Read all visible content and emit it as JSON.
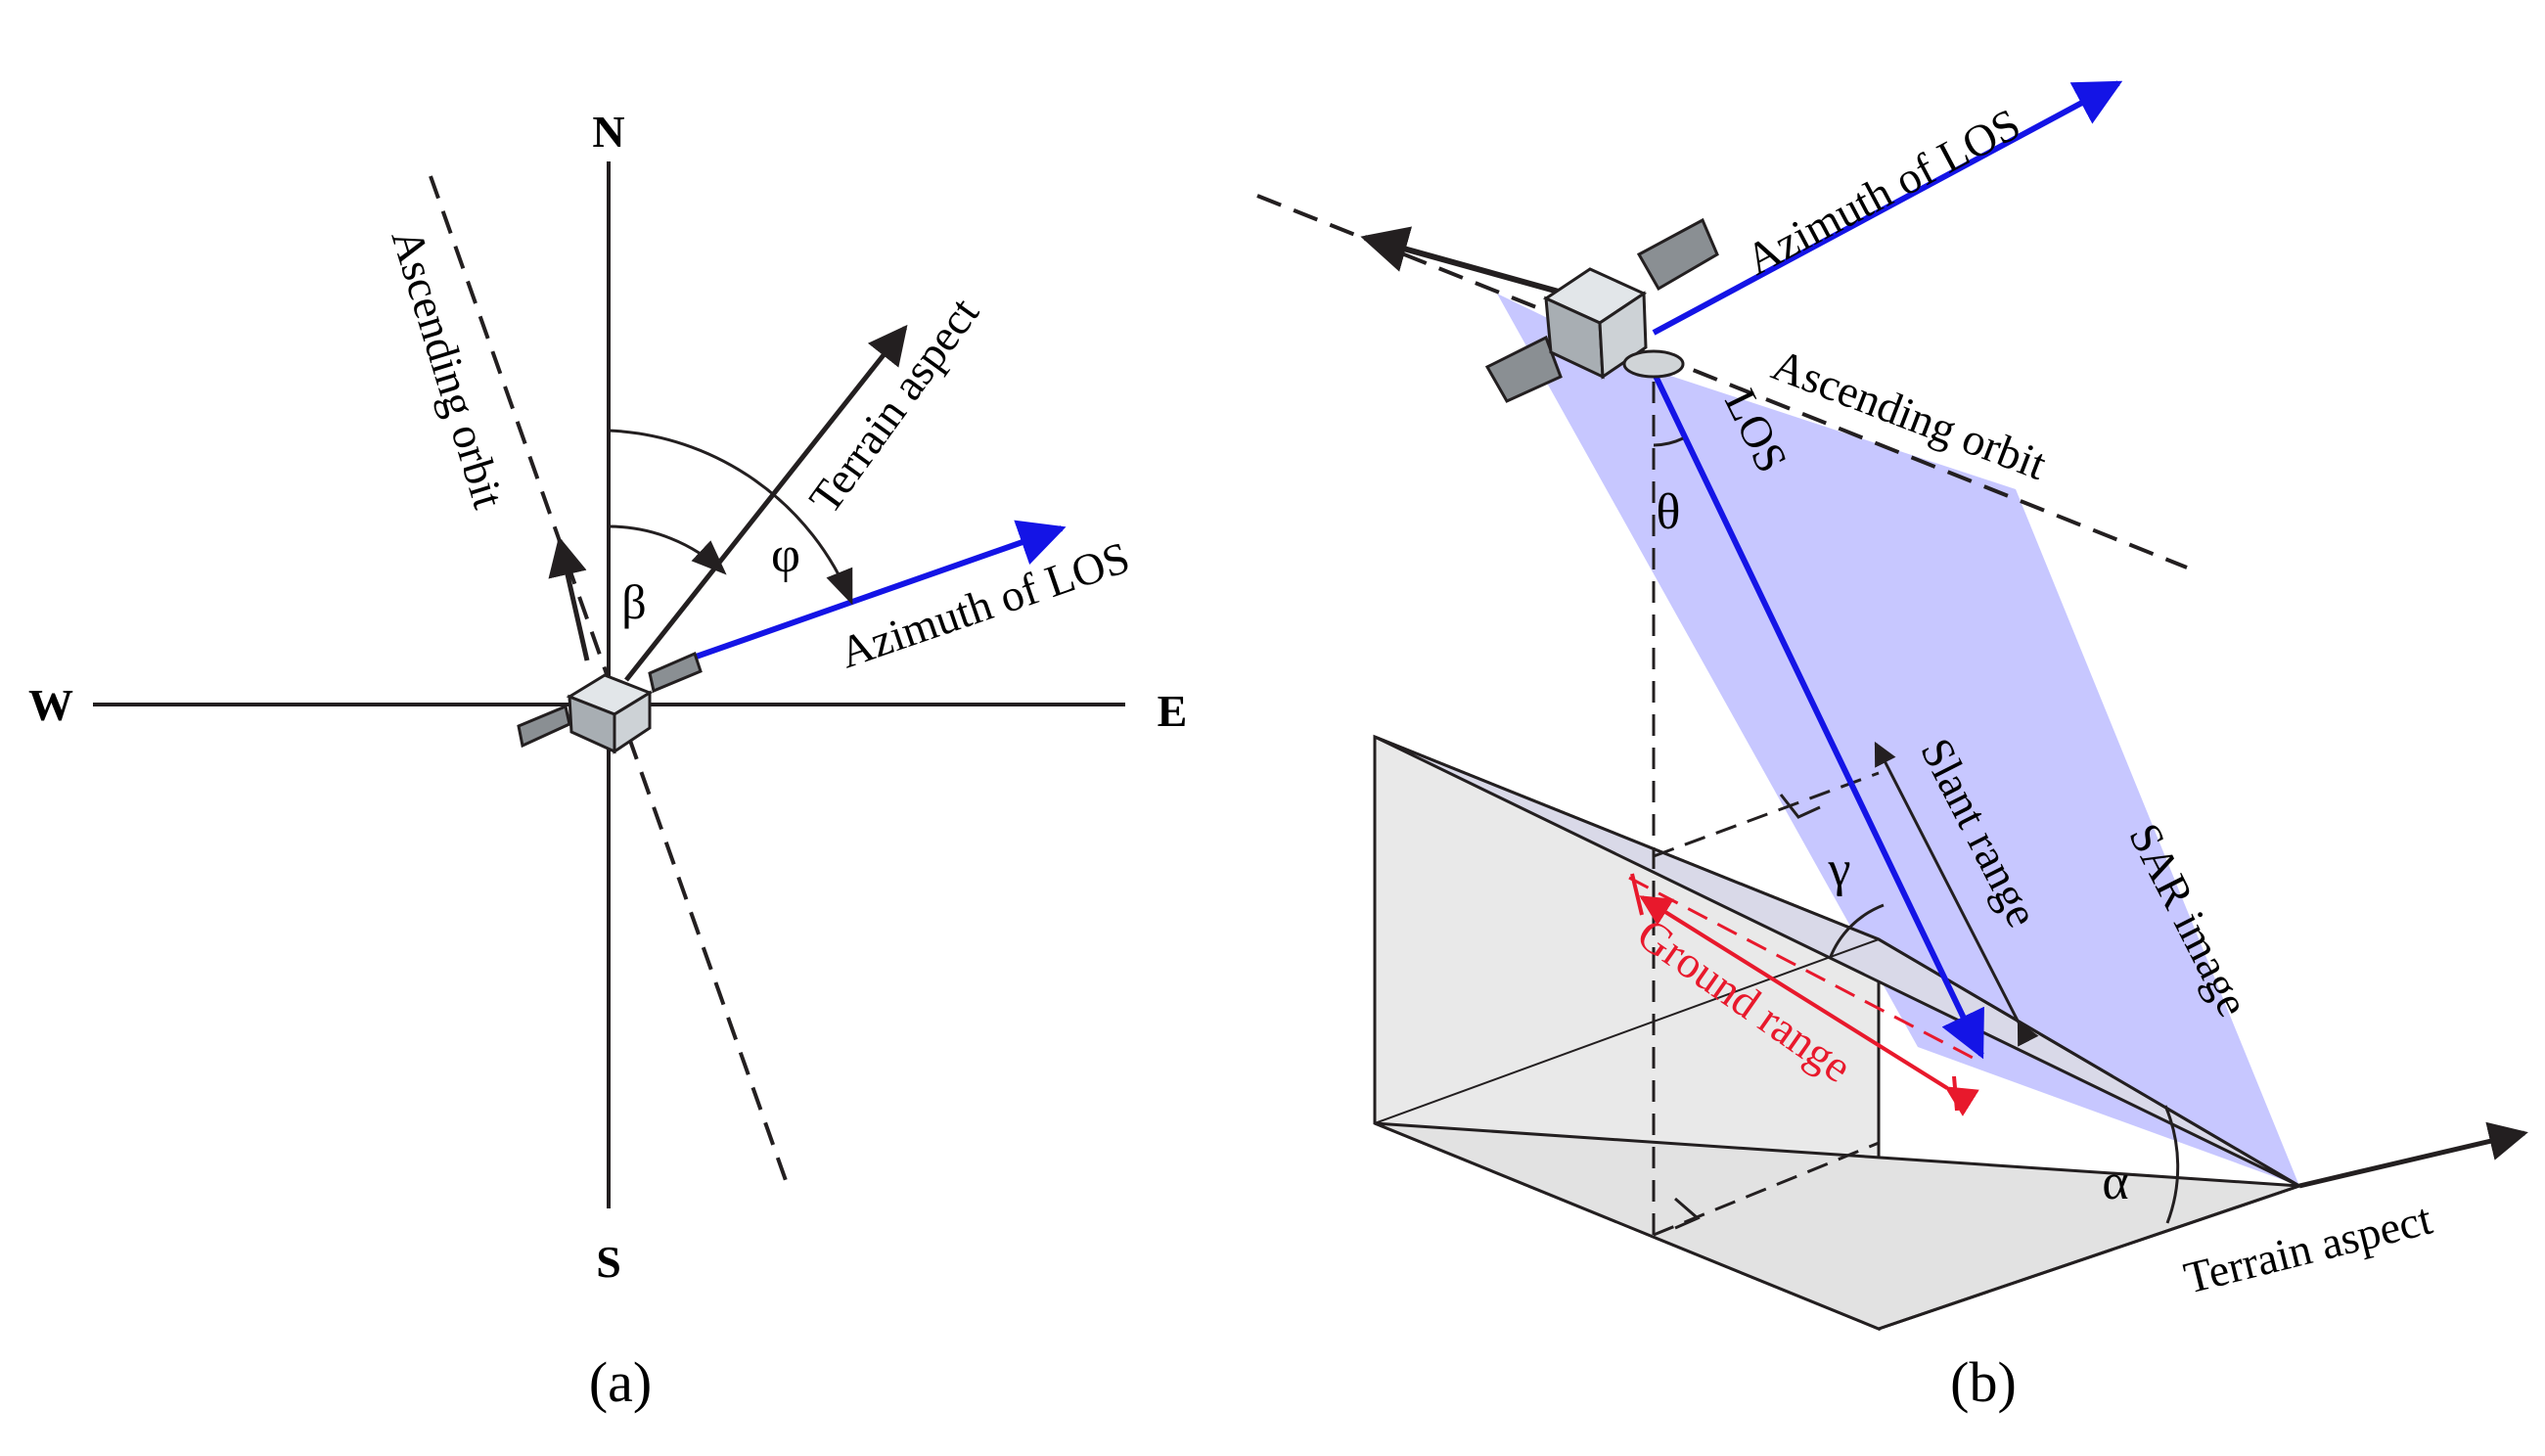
{
  "panel_a": {
    "compass": {
      "north": "N",
      "south": "S",
      "west": "W",
      "east": "E"
    },
    "ascending_orbit_label": "Ascending orbit",
    "terrain_aspect_label": "Terrain aspect",
    "azimuth_los_label": "Azimuth of LOS",
    "beta_symbol": "β",
    "phi_symbol": "φ",
    "caption": "(a)"
  },
  "panel_b": {
    "azimuth_los_label": "Azimuth of LOS",
    "ascending_orbit_label": "Ascending orbit",
    "los_label": "LOS",
    "theta_symbol": "θ",
    "gamma_symbol": "γ",
    "slant_range_label": "Slant range",
    "sar_image_label": "SAR image",
    "ground_range_label": "Ground range",
    "alpha_symbol": "α",
    "terrain_aspect_label": "Terrain aspect",
    "caption": "(b)"
  },
  "colors": {
    "line": "#231f20",
    "los_blue": "#1414e6",
    "sar_plane": "#b4b4ff",
    "ground_red": "#e8192c",
    "terrain_fill": "#e9e9e9"
  }
}
